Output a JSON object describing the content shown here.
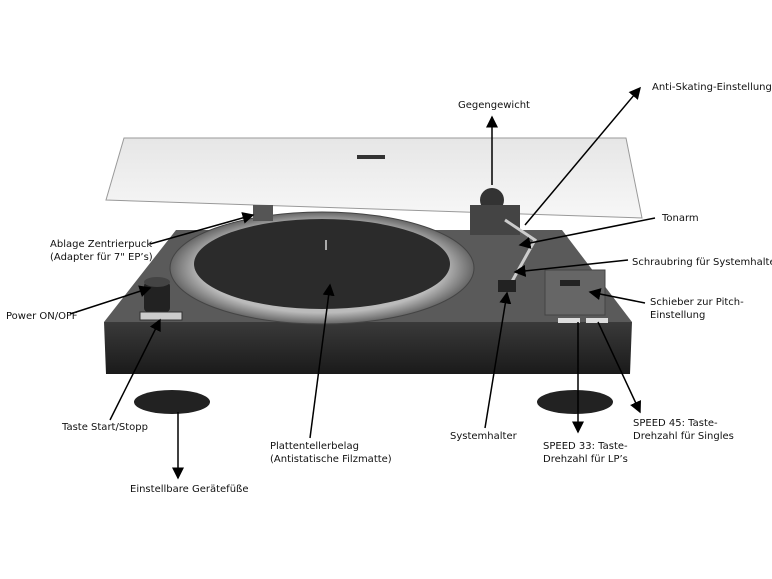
{
  "labels": {
    "anti_skating": "Anti-Skating-Einstellung",
    "gegengewicht": "Gegengewicht",
    "tonarm": "Tonarm",
    "ablage_line1": "Ablage Zentrierpuck",
    "ablage_line2": "(Adapter für 7\" EP’s)",
    "schraubring": "Schraubring für Systemhalter",
    "power": "Power ON/OFF",
    "pitch_line1": "Schieber zur Pitch-",
    "pitch_line2": "Einstellung",
    "start_stopp": "Taste Start/Stopp",
    "belag_line1": "Plattentellerbelag",
    "belag_line2": "(Antistatische Filzmatte)",
    "systemhalter": "Systemhalter",
    "speed33_line1": "SPEED 33: Taste-",
    "speed33_line2": "Drehzahl für LP’s",
    "speed45_line1": "SPEED 45: Taste-",
    "speed45_line2": "Drehzahl für Singles",
    "fuesse": "Einstellbare Gerätefüße"
  }
}
